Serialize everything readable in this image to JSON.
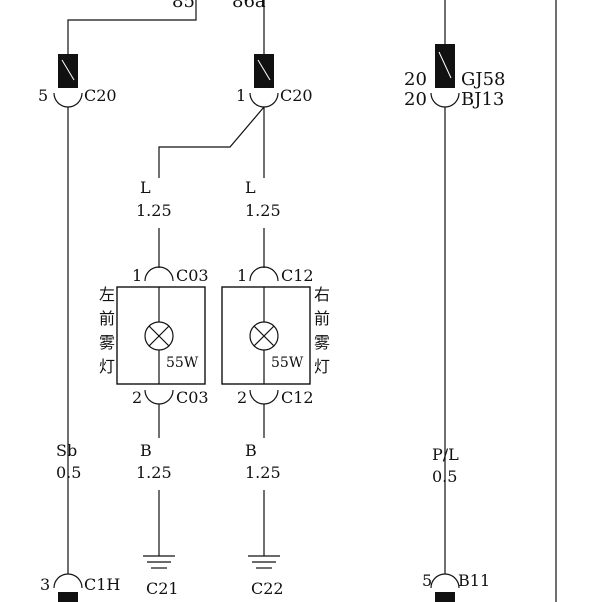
{
  "top": {
    "left_wire": "85",
    "mid_wire": "86a"
  },
  "connectors": {
    "c20_left": {
      "pin": "5",
      "name": "C20"
    },
    "c20_mid": {
      "pin": "1",
      "name": "C20"
    },
    "gj58": {
      "pin": "20",
      "name": "GJ58"
    },
    "bj13": {
      "pin": "20",
      "name": "BJ13"
    },
    "c03_top": {
      "pin": "1",
      "name": "C03"
    },
    "c12_top": {
      "pin": "1",
      "name": "C12"
    },
    "c03_bot": {
      "pin": "2",
      "name": "C03"
    },
    "c12_bot": {
      "pin": "2",
      "name": "C12"
    },
    "c1h": {
      "pin": "3",
      "name": "C1H"
    },
    "b11": {
      "pin": "5",
      "name": "B11"
    }
  },
  "wires": {
    "left_top": {
      "color": "L",
      "gauge": "1.25"
    },
    "right_top": {
      "color": "L",
      "gauge": "1.25"
    },
    "left_bottom": {
      "color": "B",
      "gauge": "1.25"
    },
    "right_bottom": {
      "color": "B",
      "gauge": "1.25"
    },
    "far_left": {
      "color": "Sb",
      "gauge": "0.5"
    },
    "far_right": {
      "color": "P/L",
      "gauge": "0.5"
    }
  },
  "lamps": {
    "left": {
      "label_chars": [
        "左",
        "前",
        "雾",
        "灯"
      ],
      "power": "55W"
    },
    "right": {
      "label_chars": [
        "右",
        "前",
        "雾",
        "灯"
      ],
      "power": "55W"
    }
  },
  "grounds": {
    "left": "C21",
    "right": "C22"
  }
}
